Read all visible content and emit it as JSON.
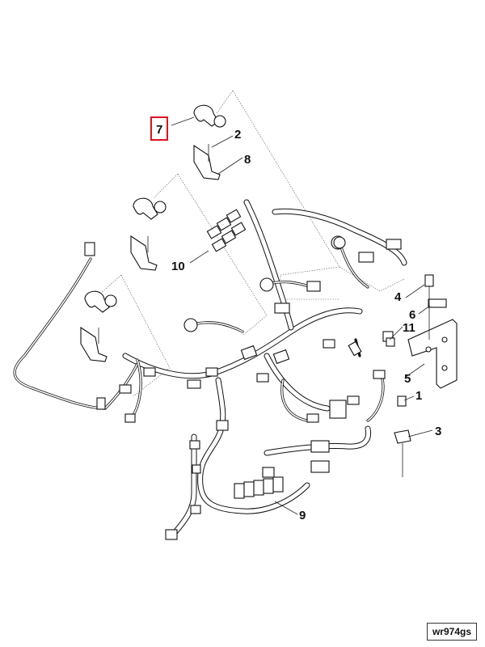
{
  "callouts": [
    {
      "id": "c1",
      "label": "1"
    },
    {
      "id": "c2",
      "label": "2"
    },
    {
      "id": "c3",
      "label": "3"
    },
    {
      "id": "c4",
      "label": "4"
    },
    {
      "id": "c5",
      "label": "5"
    },
    {
      "id": "c6",
      "label": "6"
    },
    {
      "id": "c7",
      "label": "7",
      "highlighted": true
    },
    {
      "id": "c8",
      "label": "8"
    },
    {
      "id": "c9",
      "label": "9"
    },
    {
      "id": "c10",
      "label": "10"
    },
    {
      "id": "c11",
      "label": "11"
    }
  ],
  "reference_code": "wr974gs",
  "colors": {
    "highlight": "#d9141d",
    "line": "#111111"
  }
}
